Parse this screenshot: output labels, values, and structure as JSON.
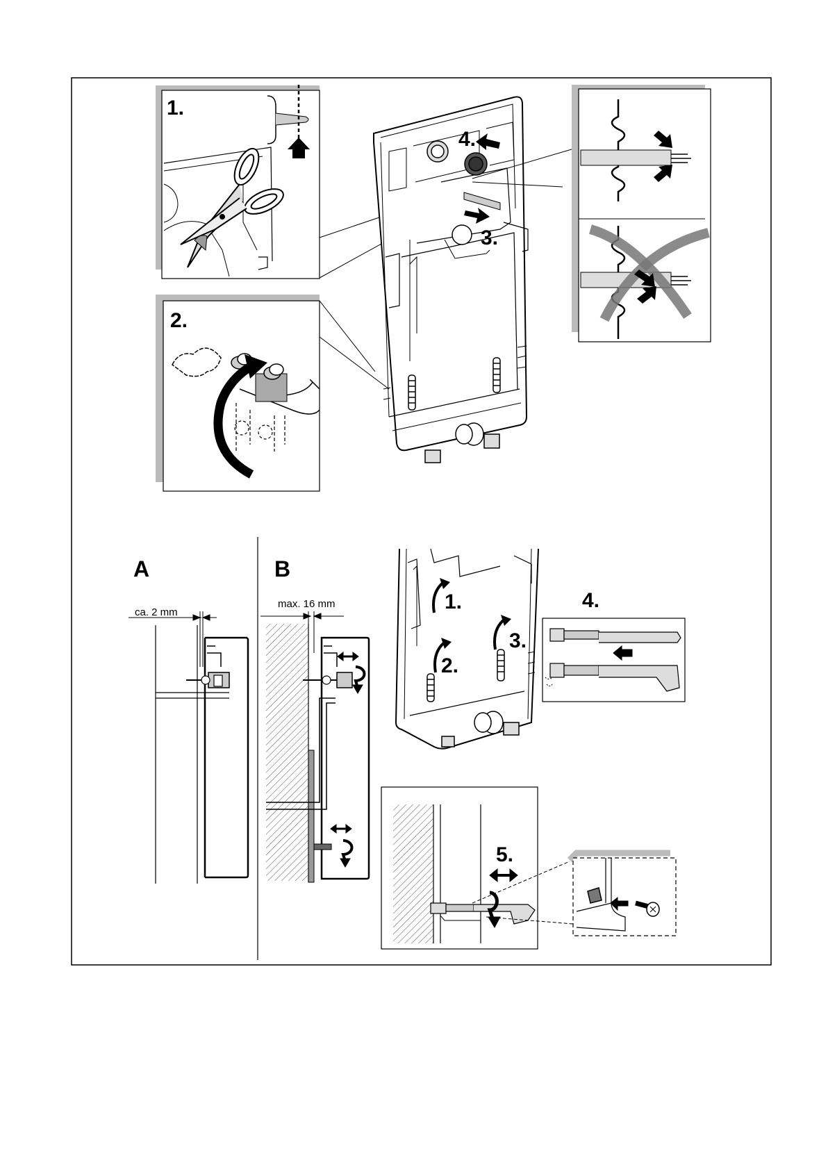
{
  "top": {
    "callouts": {
      "c1": "1.",
      "c2": "2.",
      "c3": "3.",
      "c4": "4."
    }
  },
  "panel_a": {
    "letter": "A",
    "dimension": "ca. 2 mm"
  },
  "panel_b": {
    "letter": "B",
    "dimension": "max. 16 mm"
  },
  "bottom": {
    "callouts": {
      "c1": "1.",
      "c2": "2.",
      "c3": "3.",
      "c4": "4.",
      "c5": "5."
    }
  }
}
